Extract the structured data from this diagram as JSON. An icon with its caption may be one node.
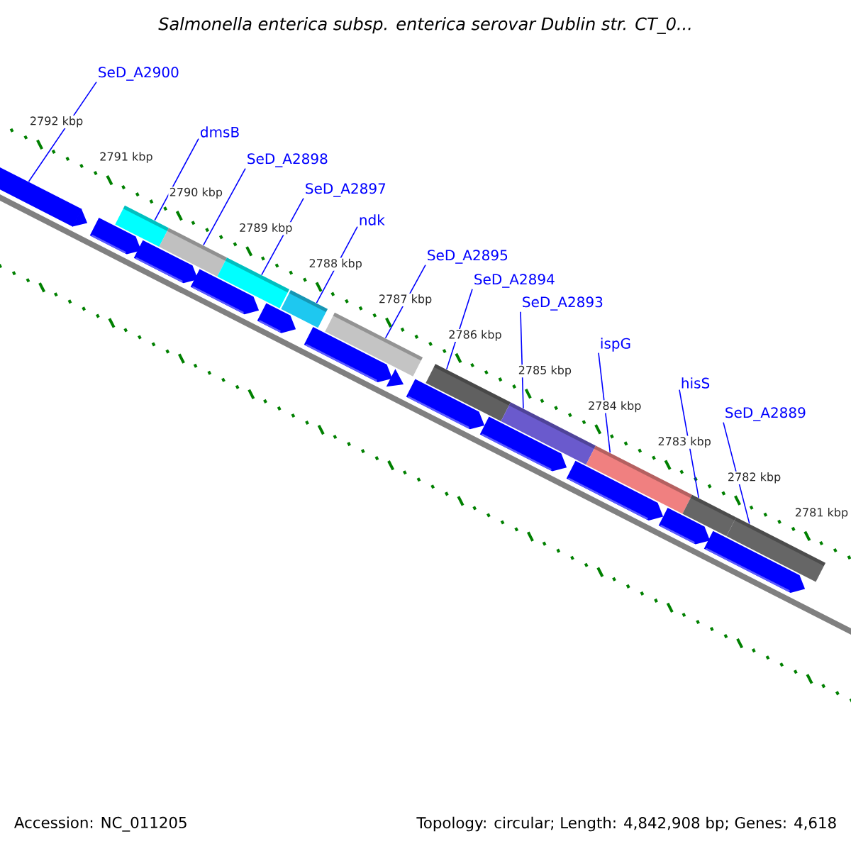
{
  "diagram": {
    "title": "Salmonella enterica subsp. enterica serovar Dublin str. CT_0...",
    "nodes": [
      {
        "text": [
          "SeD_A2900"
        ]
      },
      {
        "text": [
          "dmsB"
        ]
      },
      {
        "text": [
          "SeD_A2898"
        ]
      },
      {
        "text": [
          "SeD_A2897"
        ]
      },
      {
        "text": [
          "ndk"
        ]
      },
      {
        "text": [
          "SeD_A2895"
        ]
      },
      {
        "text": [
          "SeD_A2894"
        ]
      },
      {
        "text": [
          "SeD_A2893"
        ]
      },
      {
        "text": [
          "ispG"
        ]
      },
      {
        "text": [
          "hisS"
        ]
      },
      {
        "text": [
          "SeD_A2889"
        ]
      },
      {
        "text": [],
        "shape": "bar"
      },
      {
        "text": [],
        "shape": "bar"
      },
      {
        "text": [],
        "shape": "bar"
      },
      {
        "text": [],
        "shape": "bar"
      },
      {
        "text": [],
        "shape": "bar"
      },
      {
        "text": [],
        "shape": "bar"
      },
      {
        "text": [],
        "shape": "bar"
      },
      {
        "text": [],
        "shape": "bar"
      },
      {
        "text": [],
        "shape": "bar"
      },
      {
        "text": [],
        "shape": "bar"
      },
      {
        "text": [],
        "shape": "bar"
      }
    ],
    "edges": [
      {
        "from": 0,
        "to": 11,
        "arrow": "none"
      },
      {
        "from": 1,
        "to": 12,
        "arrow": "none"
      },
      {
        "from": 2,
        "to": 13,
        "arrow": "none"
      },
      {
        "from": 3,
        "to": 14,
        "arrow": "none"
      },
      {
        "from": 4,
        "to": 15,
        "arrow": "none"
      },
      {
        "from": 5,
        "to": 16,
        "arrow": "none"
      },
      {
        "from": 6,
        "to": 17,
        "arrow": "none"
      },
      {
        "from": 7,
        "to": 18,
        "arrow": "none"
      },
      {
        "from": 8,
        "to": 19,
        "arrow": "none"
      },
      {
        "from": 9,
        "to": 20,
        "arrow": "none"
      },
      {
        "from": 10,
        "to": 21,
        "arrow": "none"
      }
    ],
    "labels": [
      "2792 kbp",
      "2791 kbp",
      "2790 kbp",
      "2789 kbp",
      "2788 kbp",
      "2787 kbp",
      "2786 kbp",
      "2785 kbp",
      "2784 kbp",
      "2783 kbp",
      "2782 kbp",
      "2781 kbp",
      "Accession: NC_011205",
      "Topology: circular; Length: 4,842,908 bp; Genes: 4,618"
    ]
  }
}
